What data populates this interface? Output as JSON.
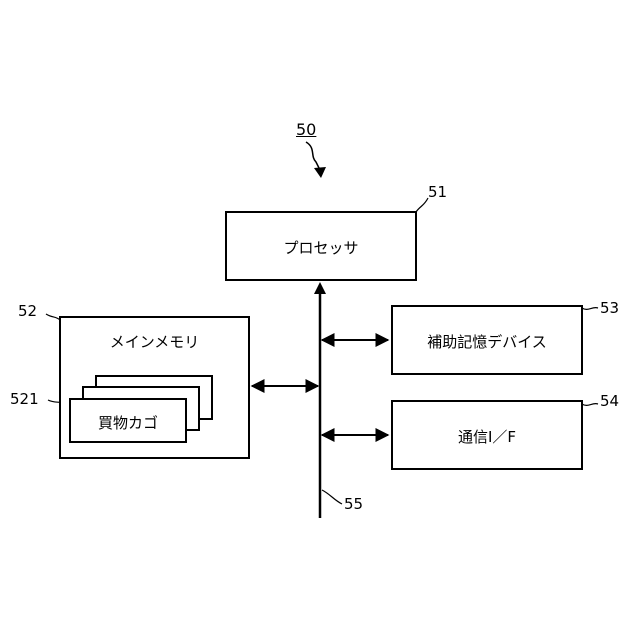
{
  "figure": {
    "ref": "50",
    "processor": {
      "label": "プロセッサ",
      "ref": "51"
    },
    "main_memory": {
      "label": "メインメモリ",
      "ref": "52"
    },
    "cart": {
      "label": "買物カゴ",
      "ref": "521"
    },
    "aux_storage": {
      "label": "補助記憶デバイス",
      "ref": "53"
    },
    "comm_if": {
      "label": "通信I／F",
      "ref": "54"
    },
    "bus": {
      "ref": "55"
    }
  }
}
